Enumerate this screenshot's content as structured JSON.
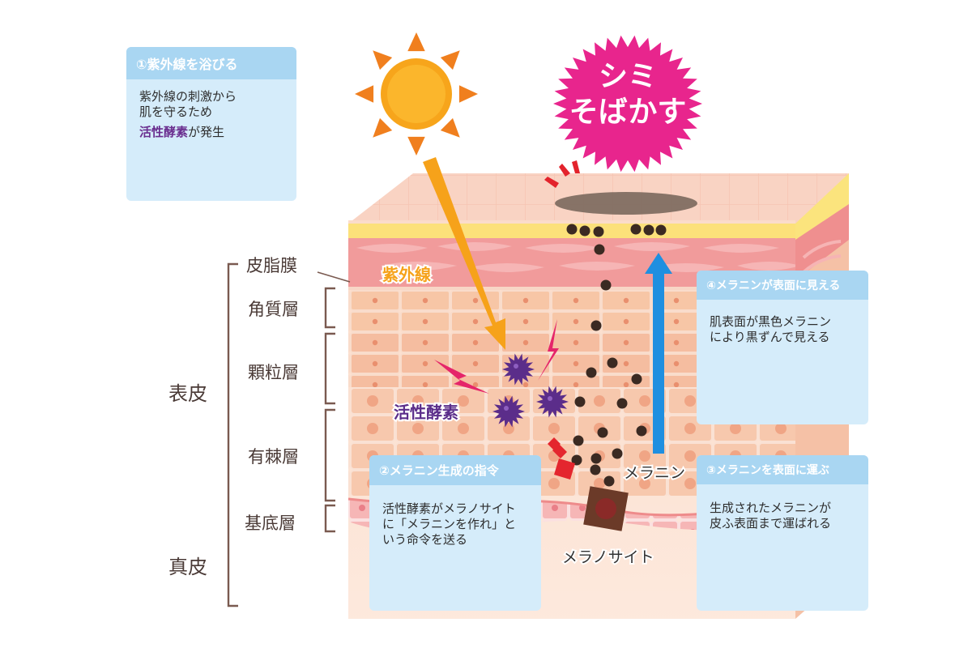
{
  "colors": {
    "accent_pink": "#e8258d",
    "uv_orange": "#f6a21a",
    "melanin_blue": "#1f8fe0",
    "free_radical_purple": "#5b2d8a",
    "box_fill": "#d5ecfa",
    "box_header": "#a9d6f2"
  },
  "burst": {
    "line1": "シミ",
    "line2": "そばかす"
  },
  "step1": {
    "title": "①紫外線を浴びる",
    "line1": "紫外線の刺激から",
    "line2": "肌を守るため",
    "line3_highlight": "活性酵素",
    "line3_rest": "が発生"
  },
  "step2": {
    "title": "②メラニン生成の指令",
    "line1": "活性酵素がメラノサイト",
    "line2": "に「メラニンを作れ」と",
    "line3": "いう命令を送る"
  },
  "step3": {
    "title": "③メラニンを表面に運ぶ",
    "line1": "生成されたメラニンが",
    "line2": "皮ふ表面まで運ばれる"
  },
  "step4": {
    "title": "④メラニンが表面に見える",
    "line1": "肌表面が黒色メラニン",
    "line2": "により黒ずんで見える"
  },
  "layers": {
    "sebum": "皮脂膜",
    "stratum_corneum": "角質層",
    "granular": "顆粒層",
    "spinous": "有棘層",
    "basal": "基底層"
  },
  "groups": {
    "epidermis": "表皮",
    "dermis": "真皮"
  },
  "labels": {
    "uv": "紫外線",
    "free_radicals": "活性酵素",
    "melanin": "メラニン",
    "melanocyte": "メラノサイト"
  },
  "icons": [
    "sun-icon",
    "lightning-icon",
    "starburst-icon",
    "alert-icon"
  ]
}
